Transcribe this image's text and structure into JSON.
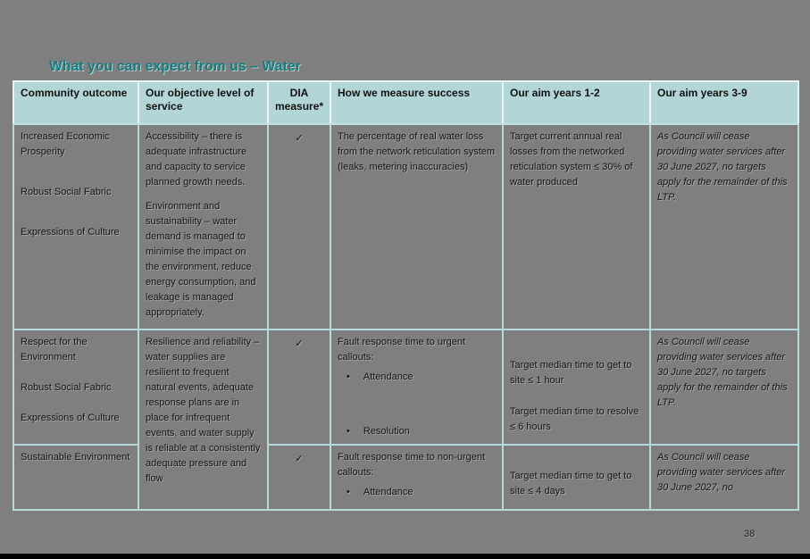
{
  "page": {
    "title": "What you can expect from us – Water",
    "page_number": "38",
    "accent_color": "#0e8081",
    "header_bg": "#b2d6d6",
    "border_color": "#b5dada",
    "background_color": "#7f7f7f"
  },
  "table": {
    "bullet_char": "•",
    "headers": [
      "Community outcome",
      "Our objective level of service",
      "DIA measure*",
      "How we measure success",
      "Our aim years 1-2",
      "Our aim years 3-9"
    ],
    "rows": [
      {
        "outcomes": [
          "Increased Economic Prosperity",
          "Robust Social Fabric",
          "Expressions of Culture"
        ],
        "objective_paras": [
          "Accessibility – there is adequate infrastructure and capacity to service planned growth needs.",
          "Environment and sustainability – water demand is managed to minimise the impact on the environment, reduce energy consumption, and leakage is managed appropriately."
        ],
        "dia": "✓",
        "measure": "The percentage of real water loss from the network reticulation system (leaks, metering inaccuracies)",
        "aims_1_2": [
          "Target current annual real losses from the networked reticulation system ≤ 30% of water produced"
        ],
        "aim_3_9": "As Council will cease providing water services after 30 June 2027, no targets apply for the remainder of this LTP."
      },
      {
        "outcomes": [
          "Respect for the Environment",
          "Robust Social Fabric",
          "Expressions of Culture"
        ],
        "objective_paras": [
          "Resilience and reliability – water supplies are resilient to frequent natural events, adequate response plans are in place for infrequent events, and water supply is reliable at a consistently adequate pressure and flow"
        ],
        "dia": "✓",
        "measure_intro": "Fault response time to urgent callouts:",
        "measure_bullets": [
          "Attendance",
          "Resolution"
        ],
        "aims_1_2": [
          "Target median time to get to site ≤ 1 hour",
          "Target median time to resolve ≤ 6 hours"
        ],
        "aim_3_9": "As Council will cease providing water services after 30 June 2027, no targets apply for the remainder of this LTP."
      },
      {
        "outcomes": [
          "Sustainable Environment"
        ],
        "dia": "✓",
        "measure_intro": "Fault response time to non-urgent callouts:",
        "measure_bullets": [
          "Attendance"
        ],
        "aims_1_2": [
          "Target median time to get to site ≤ 4 days"
        ],
        "aim_3_9": "As Council will cease providing water services after 30 June 2027, no"
      }
    ]
  }
}
